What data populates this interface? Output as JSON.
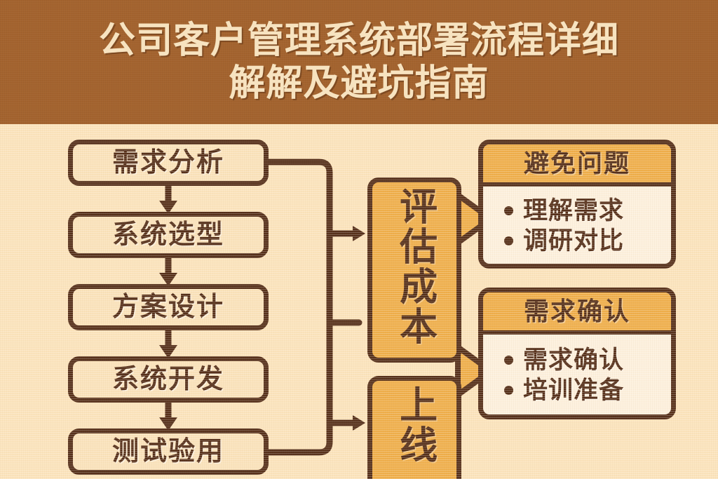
{
  "title": {
    "line1": "公司客户管理系统部署流程详细",
    "line2": "解解及避坑指南",
    "full": "公司客户管理系统部署流程详细解解及避坑指南"
  },
  "colors": {
    "banner_brown": "#a3632e",
    "page_cream": "#fbe3bb",
    "box_cream": "#fae2ba",
    "card_cream": "#fdf0dc",
    "amber": "#efae4a",
    "outline_dark": "#56301a",
    "title_text": "#f7e3c0"
  },
  "flow_steps": [
    {
      "label": "需求分析"
    },
    {
      "label": "系统选型"
    },
    {
      "label": "方案设计"
    },
    {
      "label": "系统开发"
    },
    {
      "label": "测试验用"
    }
  ],
  "phases": [
    {
      "label": "评估成本"
    },
    {
      "label": "上线"
    }
  ],
  "info_cards": [
    {
      "title": "避免问题",
      "bullets": [
        "理解需求",
        "调研对比"
      ]
    },
    {
      "title": "需求确认",
      "bullets": [
        "需求确认",
        "培训准备"
      ]
    }
  ],
  "connectors": {
    "arrow_down_count": 4,
    "arrow_right_count": 3,
    "triangle_arrow_count": 2
  }
}
